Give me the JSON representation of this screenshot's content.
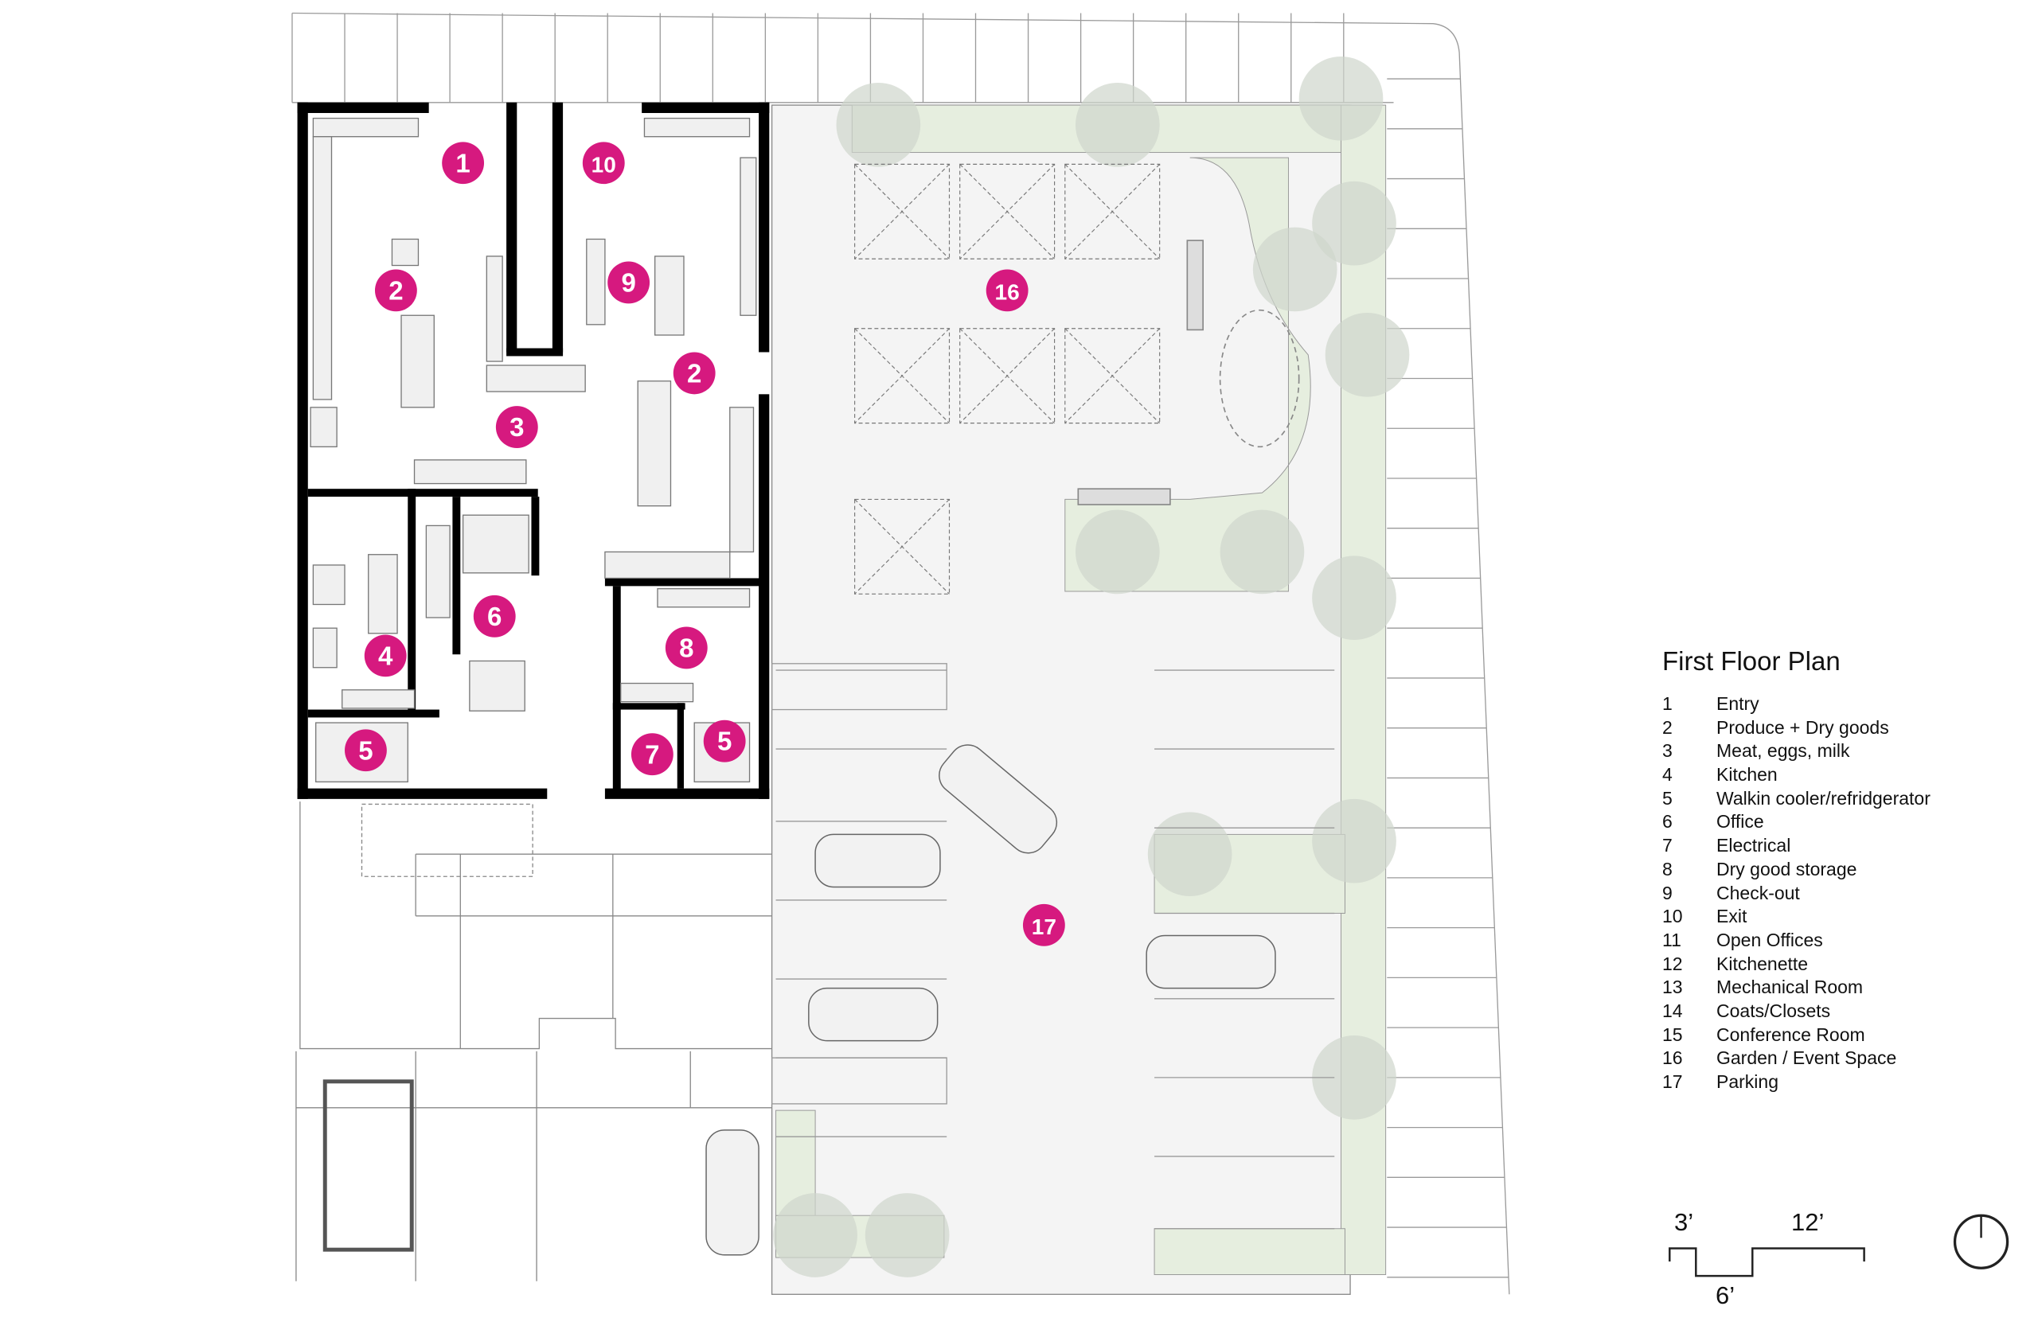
{
  "legend": {
    "title": "First Floor Plan",
    "items": [
      {
        "num": "1",
        "label": "Entry"
      },
      {
        "num": "2",
        "label": "Produce + Dry goods"
      },
      {
        "num": "3",
        "label": "Meat, eggs, milk"
      },
      {
        "num": "4",
        "label": "Kitchen"
      },
      {
        "num": "5",
        "label": "Walkin cooler/refridgerator"
      },
      {
        "num": "6",
        "label": "Office"
      },
      {
        "num": "7",
        "label": "Electrical"
      },
      {
        "num": "8",
        "label": "Dry good storage"
      },
      {
        "num": "9",
        "label": "Check-out"
      },
      {
        "num": "10",
        "label": "Exit"
      },
      {
        "num": "11",
        "label": "Open Offices"
      },
      {
        "num": "12",
        "label": "Kitchenette"
      },
      {
        "num": "13",
        "label": "Mechanical Room"
      },
      {
        "num": "14",
        "label": "Coats/Closets"
      },
      {
        "num": "15",
        "label": "Conference Room"
      },
      {
        "num": "16",
        "label": "Garden / Event Space"
      },
      {
        "num": "17",
        "label": "Parking"
      }
    ]
  },
  "markers": [
    "1",
    "10",
    "2",
    "9",
    "2",
    "3",
    "6",
    "4",
    "8",
    "5",
    "7",
    "5",
    "16",
    "17"
  ],
  "scale_bar": {
    "a": "3’",
    "b": "6’",
    "c": "12’"
  },
  "colors": {
    "marker": "#d6197f",
    "wall": "#000000",
    "landscape": "#e6eedf",
    "tree": "#c9cfc6"
  }
}
